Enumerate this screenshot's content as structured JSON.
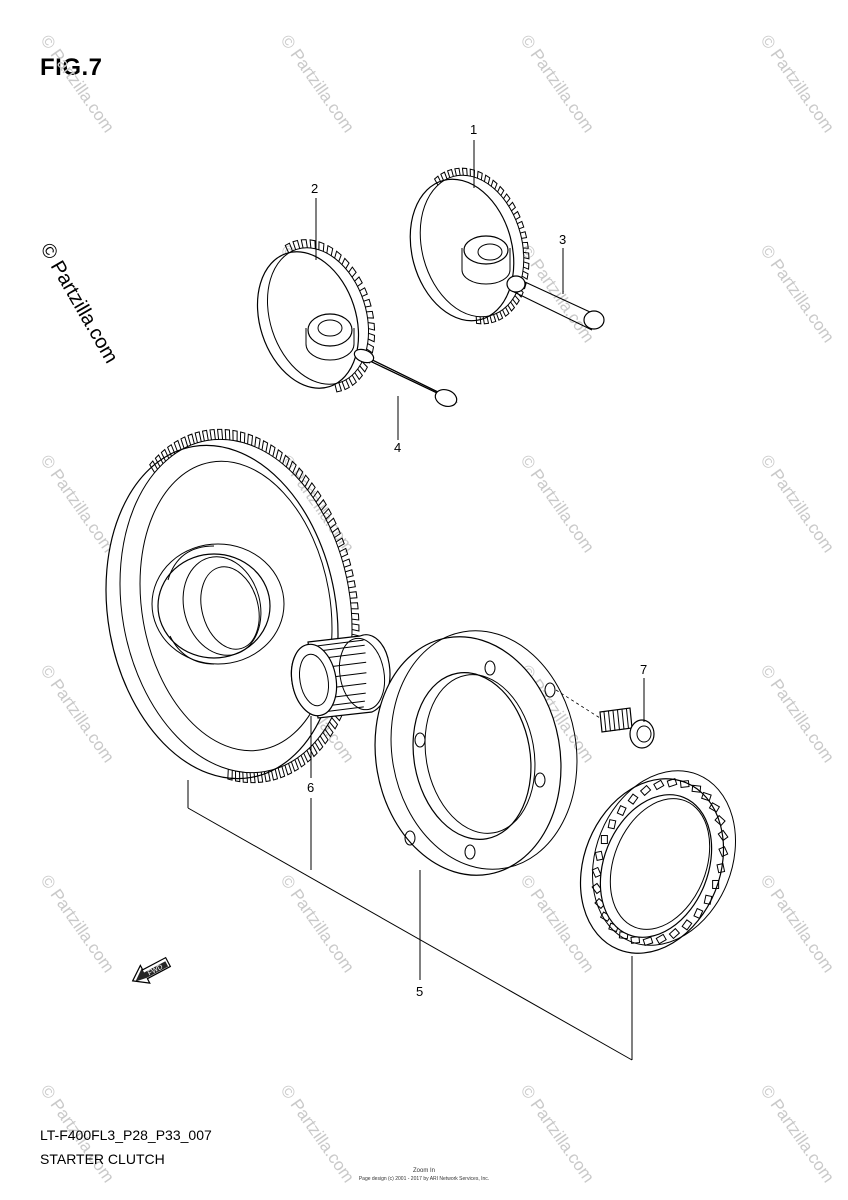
{
  "header": {
    "title": "FIG.7"
  },
  "footer": {
    "code": "LT-F400FL3_P28_P33_007",
    "name": "STARTER CLUTCH",
    "credit_line1": "Zoom In",
    "credit_line2": "Page design (c) 2001 - 2017 by ARI Network Services, Inc."
  },
  "watermark": {
    "text": "© Partzilla.com",
    "main_text": "© Partzilla.com"
  },
  "callouts": [
    {
      "id": "callout-1",
      "label": "1"
    },
    {
      "id": "callout-2",
      "label": "2"
    },
    {
      "id": "callout-3",
      "label": "3"
    },
    {
      "id": "callout-4",
      "label": "4"
    },
    {
      "id": "callout-5",
      "label": "5"
    },
    {
      "id": "callout-6",
      "label": "6"
    },
    {
      "id": "callout-7",
      "label": "7"
    }
  ],
  "fwd_arrow": {
    "label": "FWD"
  },
  "colors": {
    "line": "#000000",
    "watermark": "#c9c9c9",
    "background": "#ffffff"
  }
}
